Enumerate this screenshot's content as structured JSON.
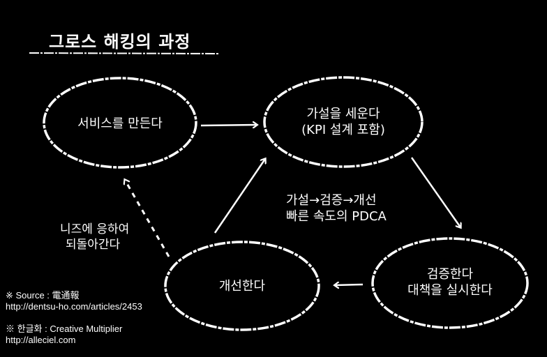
{
  "title": "그로스 해킹의 과정",
  "nodes": {
    "build": {
      "label": "서비스를 만든다"
    },
    "hypothesis": {
      "line1": "가설을 세운다",
      "line2": "(KPI 설계 포함)"
    },
    "verify": {
      "line1": "검증한다",
      "line2": "대책을 실시한다"
    },
    "improve": {
      "label": "개선한다"
    }
  },
  "center_note": {
    "line1": "가설→검증→개선",
    "line2": "빠른 속도의 PDCA"
  },
  "side_note": {
    "line1": "니즈에 응하여",
    "line2": "되돌아간다"
  },
  "credits": {
    "source_line": "※ Source : 電通報",
    "source_url": "http://dentsu-ho.com/articles/2453",
    "translation_line": "※ 한글화 : Creative Multiplier",
    "translation_url": "http://alleciel.com"
  },
  "colors": {
    "background": "#000000",
    "foreground": "#ffffff"
  }
}
